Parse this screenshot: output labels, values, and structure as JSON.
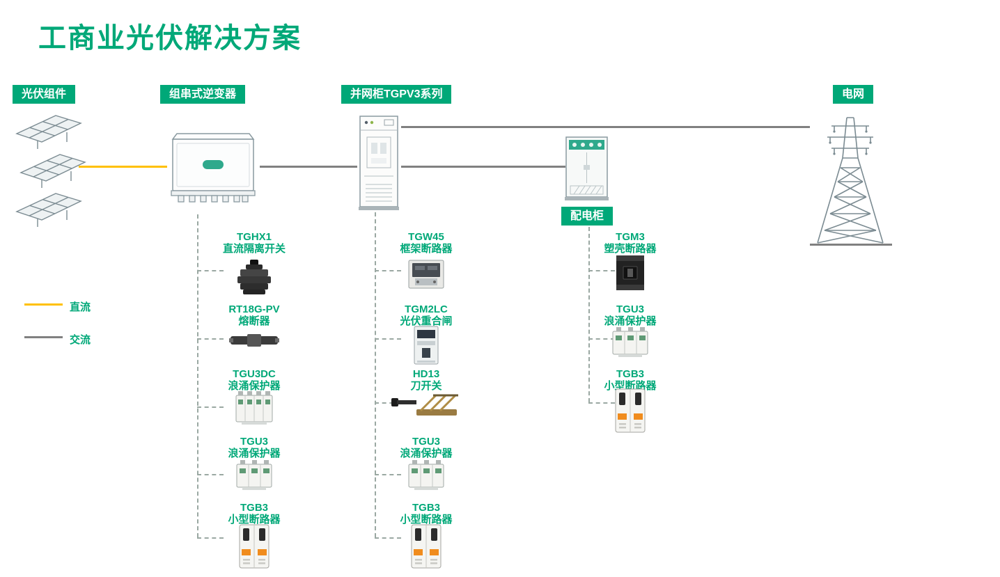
{
  "title": "工商业光伏解决方案",
  "tags": {
    "pv_modules": "光伏组件",
    "inverter": "组串式逆变器",
    "grid_cabinet": "并网柜TGPV3系列",
    "grid": "电网",
    "distribution_cabinet": "配电柜"
  },
  "legend": {
    "dc": "直流",
    "ac": "交流"
  },
  "colors": {
    "brand_green": "#00A878",
    "dc_yellow": "#FFC000",
    "ac_gray": "#808080"
  },
  "illustrations": {
    "pv_modules": "solar-panel-array",
    "inverter": "string-inverter",
    "grid_cabinet": "grid-connection-cabinet",
    "distribution_cabinet": "distribution-cabinet",
    "grid": "transmission-tower"
  },
  "columns": [
    {
      "under": "组串式逆变器",
      "items": [
        {
          "model": "TGHX1",
          "desc": "直流隔离开关"
        },
        {
          "model": "RT18G-PV",
          "desc": "熔断器"
        },
        {
          "model": "TGU3DC",
          "desc": "浪涌保护器"
        },
        {
          "model": "TGU3",
          "desc": "浪涌保护器"
        },
        {
          "model": "TGB3",
          "desc": "小型断路器"
        }
      ]
    },
    {
      "under": "并网柜TGPV3系列",
      "items": [
        {
          "model": "TGW45",
          "desc": "框架断路器"
        },
        {
          "model": "TGM2LC",
          "desc": "光伏重合闸"
        },
        {
          "model": "HD13",
          "desc": "刀开关"
        },
        {
          "model": "TGU3",
          "desc": "浪涌保护器"
        },
        {
          "model": "TGB3",
          "desc": "小型断路器"
        }
      ]
    },
    {
      "under": "配电柜",
      "items": [
        {
          "model": "TGM3",
          "desc": "塑壳断路器"
        },
        {
          "model": "TGU3",
          "desc": "浪涌保护器"
        },
        {
          "model": "TGB3",
          "desc": "小型断路器"
        }
      ]
    }
  ]
}
